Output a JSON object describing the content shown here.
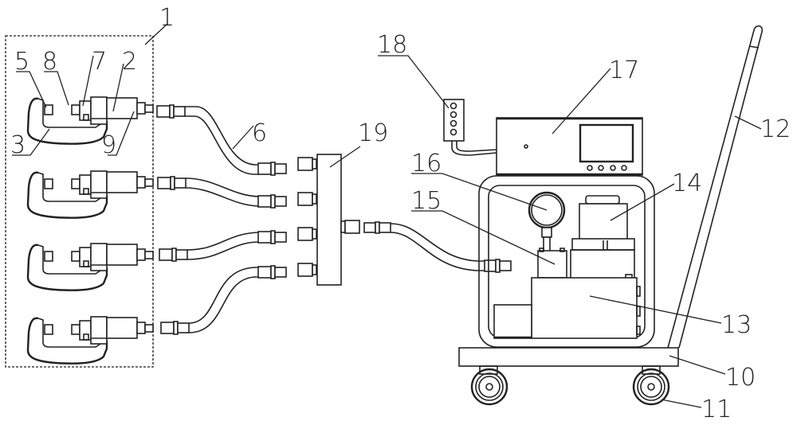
{
  "figure": {
    "type": "patent-schematic",
    "description": "Hydraulic tool system with four C-frame tools, hoses, distribution block, and cart-mounted pump unit"
  },
  "labels": {
    "l1": "1",
    "l2": "2",
    "l3": "3",
    "l5": "5",
    "l6": "6",
    "l7": "7",
    "l8": "8",
    "l9": "9",
    "l10": "10",
    "l11": "11",
    "l12": "12",
    "l13": "13",
    "l14": "14",
    "l15": "15",
    "l16": "16",
    "l17": "17",
    "l18": "18",
    "l19": "19"
  },
  "components": {
    "tool_group": {
      "ref": "1",
      "count": 4
    },
    "tool_body": {
      "ref": "2"
    },
    "c_frame": {
      "ref": "3"
    },
    "fixed_jaw": {
      "ref": "5"
    },
    "hose": {
      "ref": "6",
      "count": 5
    },
    "piston_head": {
      "ref": "7"
    },
    "moving_jaw": {
      "ref": "8"
    },
    "inlet_connector": {
      "ref": "9"
    },
    "cart_base": {
      "ref": "10"
    },
    "wheel": {
      "ref": "11",
      "count": 2
    },
    "handle": {
      "ref": "12"
    },
    "oil_tank": {
      "ref": "13"
    },
    "motor": {
      "ref": "14"
    },
    "valve_block": {
      "ref": "15"
    },
    "pressure_gauge": {
      "ref": "16"
    },
    "control_box": {
      "ref": "17",
      "display_buttons": 4
    },
    "remote_pendant": {
      "ref": "18",
      "buttons": 4
    },
    "distribution_block": {
      "ref": "19",
      "ports": 4
    }
  }
}
